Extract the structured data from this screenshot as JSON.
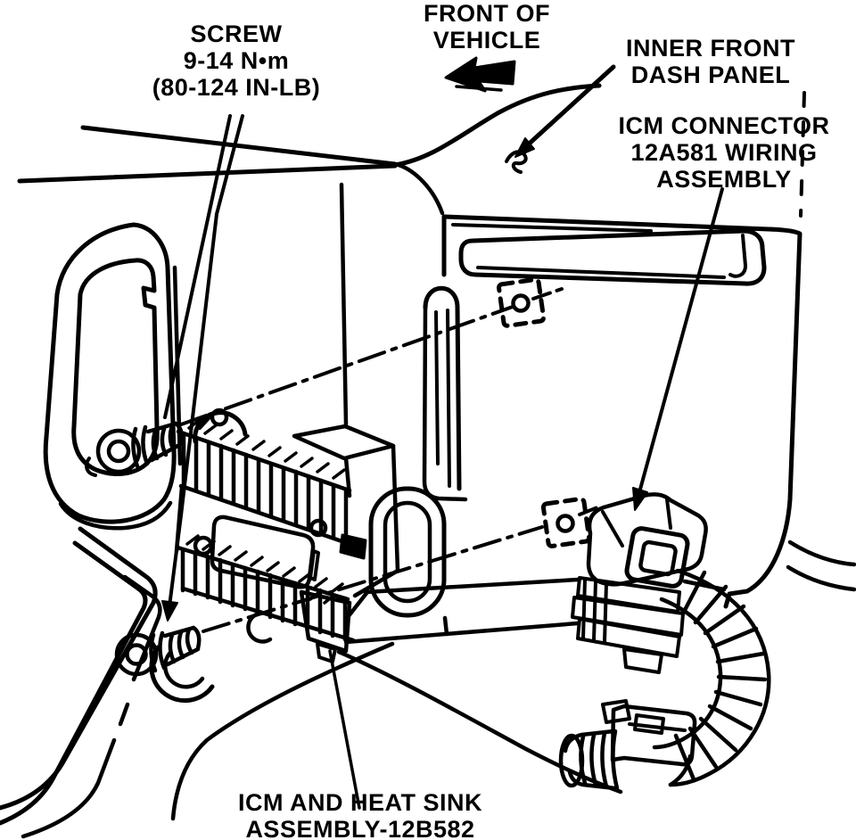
{
  "figure": {
    "title": "ICM and heat sink assembly installation diagram",
    "ink_color": "#000000",
    "background_color": "#ffffff"
  },
  "labels": {
    "screw": {
      "line1": "SCREW",
      "line2": "9-14 N•m",
      "line3": "(80-124 IN-LB)"
    },
    "front_of_vehicle": {
      "line1": "FRONT OF",
      "line2": "VEHICLE"
    },
    "inner_front_dash_panel": {
      "line1": "INNER FRONT",
      "line2": "DASH PANEL"
    },
    "icm_connector": {
      "line1": "ICM CONNECTOR",
      "line2": "12A581 WIRING",
      "line3": "ASSEMBLY"
    },
    "icm_heat_sink": {
      "line1": "ICM AND HEAT SINK",
      "line2": "ASSEMBLY-12B582"
    }
  }
}
